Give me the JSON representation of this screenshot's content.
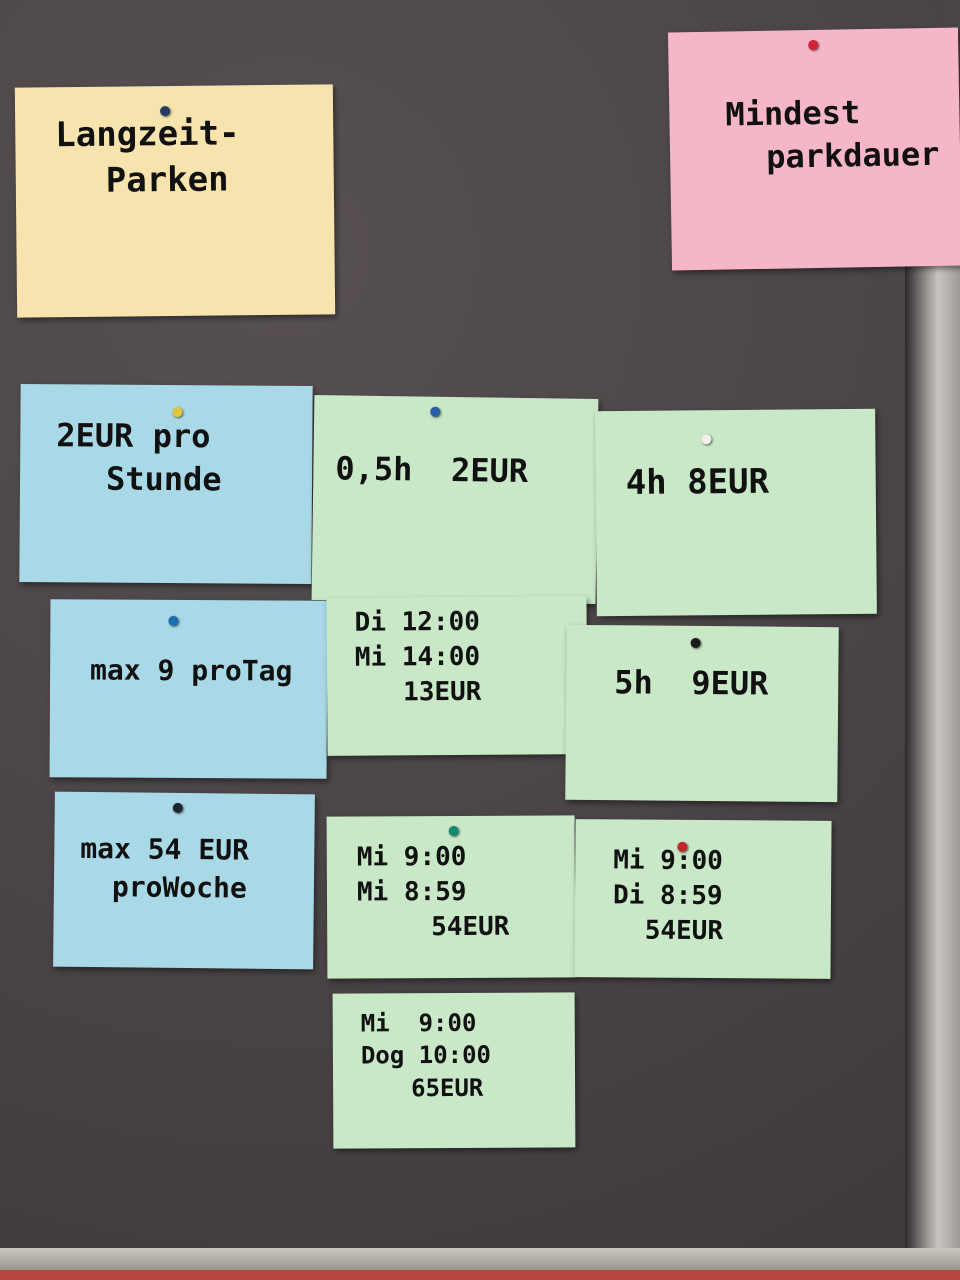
{
  "notes": [
    {
      "id": "langzeit",
      "color": "yellow",
      "lines": [
        "Langzeit-",
        "Parken"
      ]
    },
    {
      "id": "mindest",
      "color": "pink",
      "lines": [
        "Mindest",
        "parkdauer"
      ]
    },
    {
      "id": "rate",
      "color": "blue",
      "lines": [
        "2EUR pro",
        "Stunde"
      ]
    },
    {
      "id": "half-hour",
      "color": "green",
      "lines": [
        "0,5h  2EUR"
      ]
    },
    {
      "id": "four-hours",
      "color": "green",
      "lines": [
        "4h 8EUR"
      ]
    },
    {
      "id": "max-day",
      "color": "blue",
      "lines": [
        "max 9 proTag"
      ]
    },
    {
      "id": "di-mi",
      "color": "green",
      "lines": [
        "Di 12:00",
        "Mi 14:00",
        "13EUR"
      ]
    },
    {
      "id": "five-hours",
      "color": "green",
      "lines": [
        "5h  9EUR"
      ]
    },
    {
      "id": "max-week",
      "color": "blue",
      "lines": [
        "max 54 EUR",
        "proWoche"
      ]
    },
    {
      "id": "mi-mi",
      "color": "green",
      "lines": [
        "Mi 9:00",
        "Mi 8:59",
        "54EUR"
      ]
    },
    {
      "id": "mi-di",
      "color": "green",
      "lines": [
        "Mi 9:00",
        "Di 8:59",
        "54EUR"
      ]
    },
    {
      "id": "mi-dog",
      "color": "green",
      "lines": [
        "Mi  9:00",
        "Dog 10:00",
        "65EUR"
      ]
    }
  ],
  "colors": {
    "board": "#4a4446",
    "yellow": "#f6e3ae",
    "pink": "#f5b6c8",
    "blue": "#a9d8e6",
    "green": "#c8e8c7"
  }
}
